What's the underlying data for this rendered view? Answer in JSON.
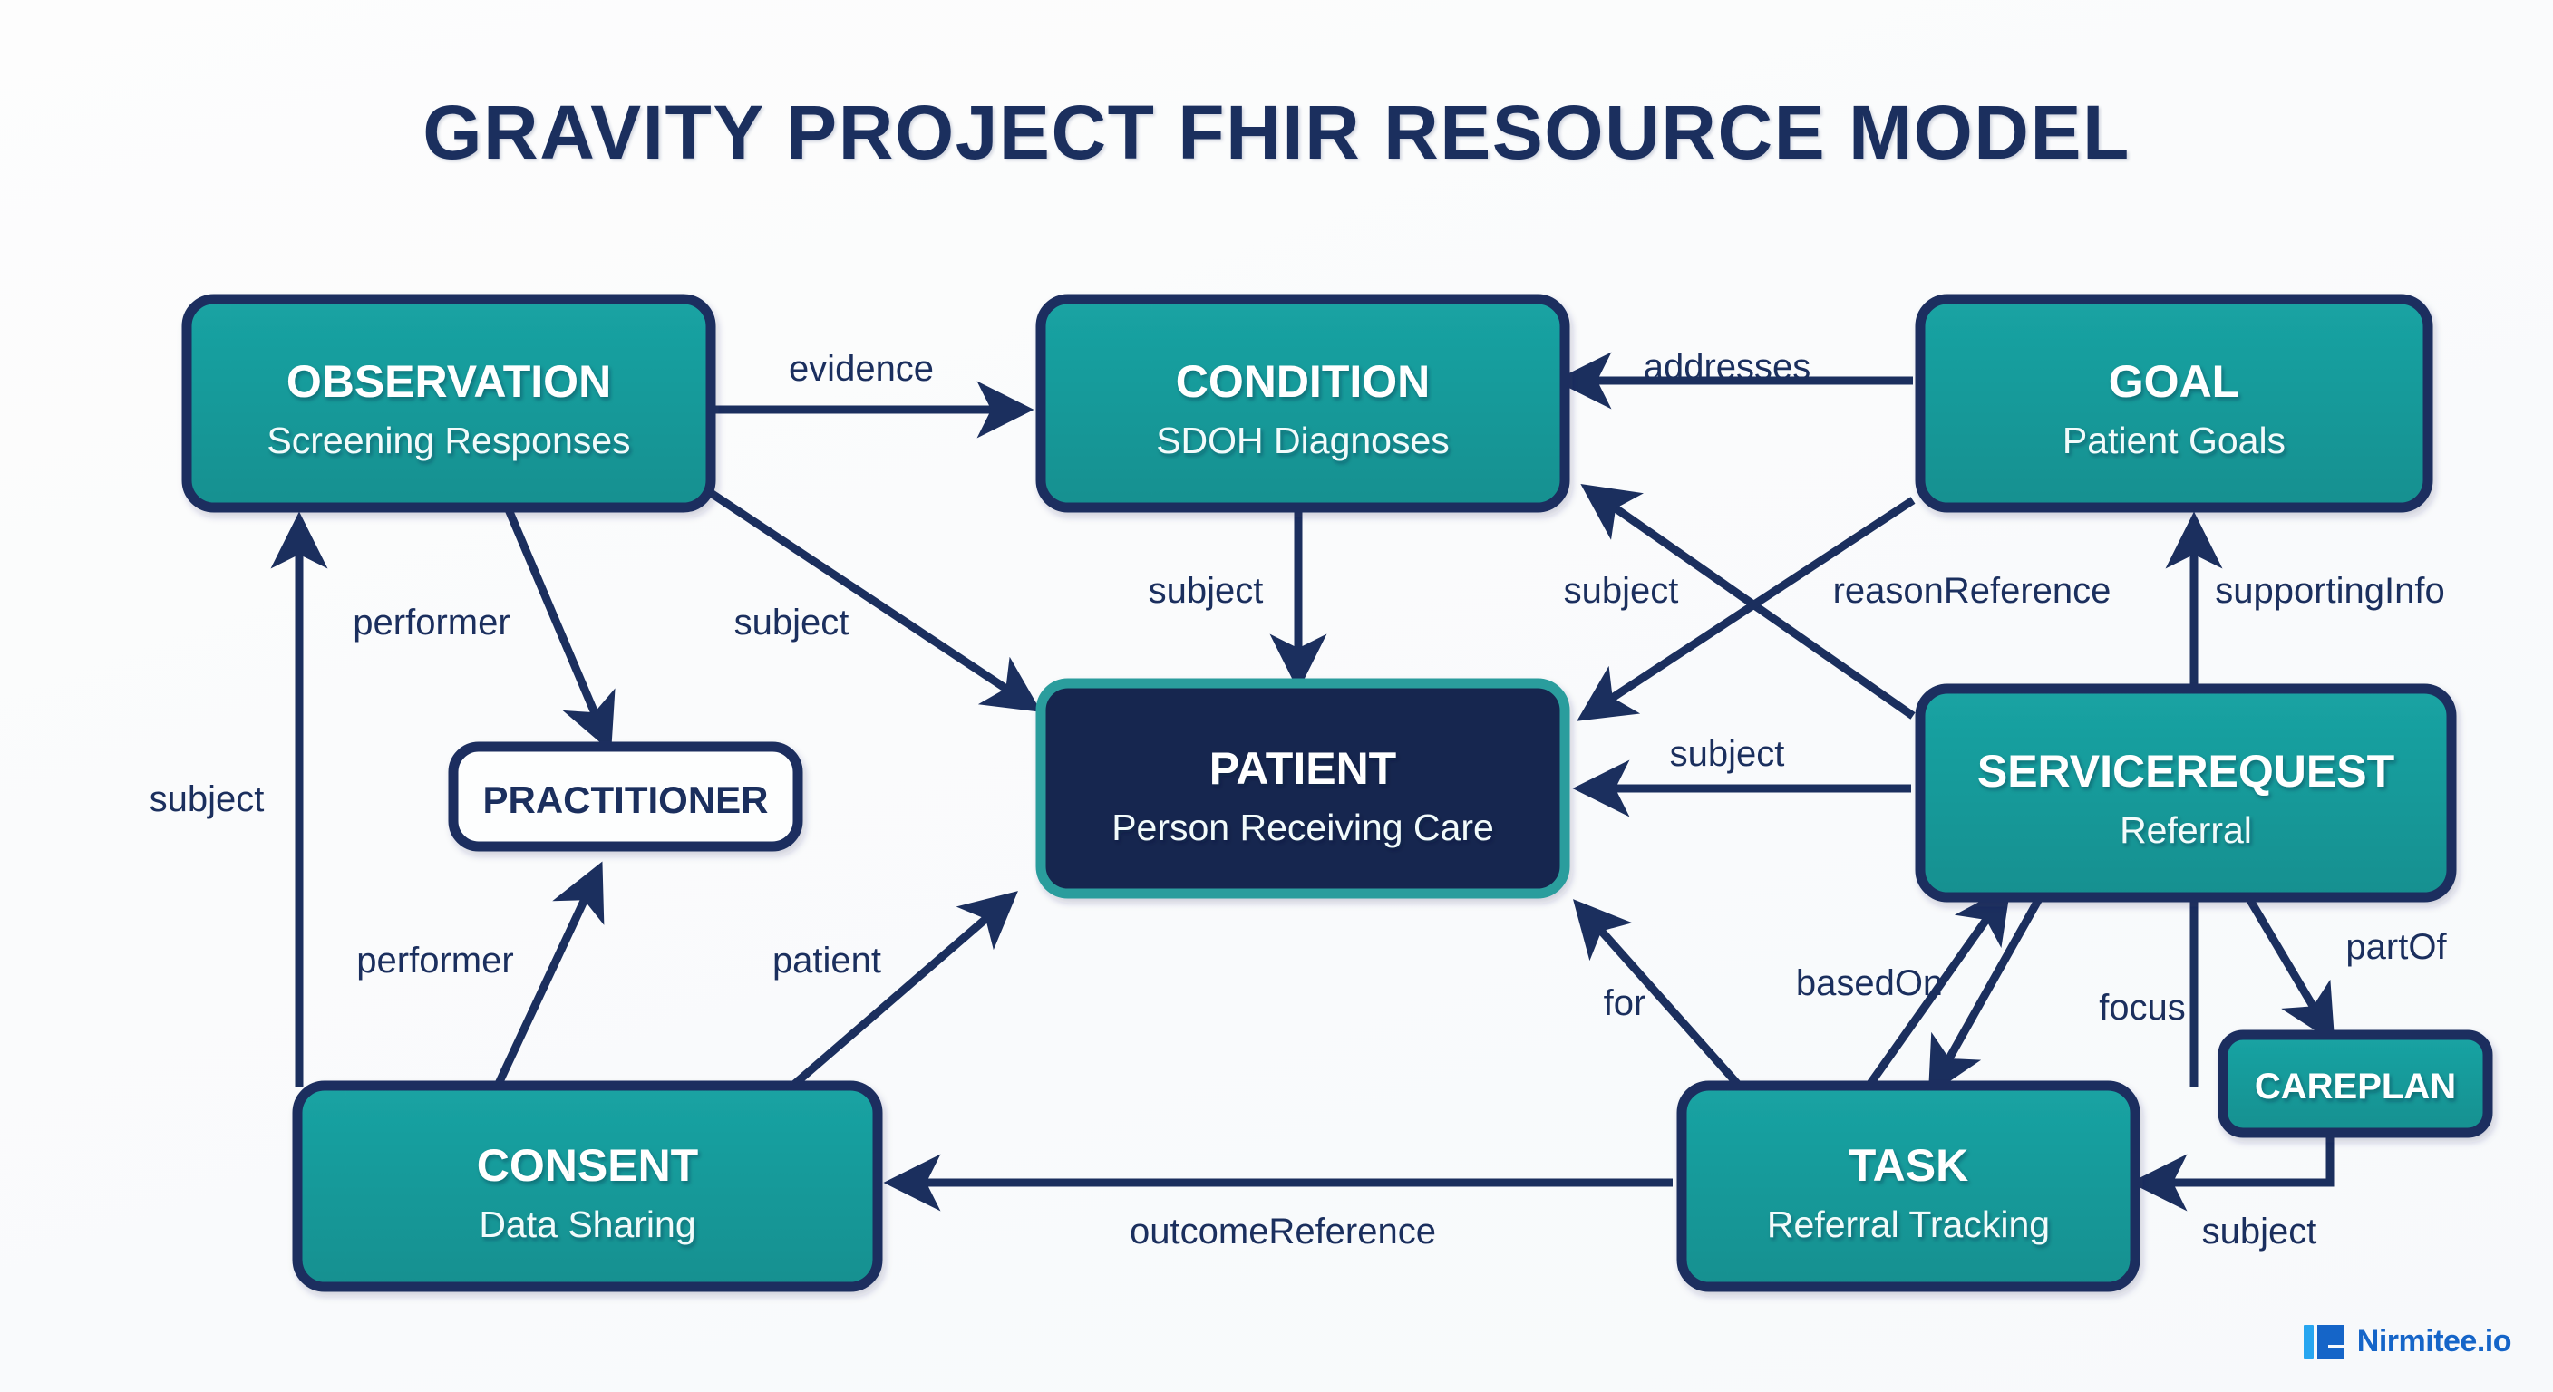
{
  "title": "GRAVITY PROJECT FHIR RESOURCE MODEL",
  "brand": {
    "name": "Nirmitee.io"
  },
  "colors": {
    "teal_fill": "#179b9b",
    "navy": "#1b2f5e",
    "patient_fill": "#16284f",
    "patient_border": "#2a9d9d",
    "background": "#fbfcfd",
    "brand_blue": "#1565c8",
    "brand_light_blue": "#27a6f0"
  },
  "nodes": [
    {
      "id": "observation",
      "title": "OBSERVATION",
      "subtitle": "Screening Responses",
      "style": "teal"
    },
    {
      "id": "condition",
      "title": "CONDITION",
      "subtitle": "SDOH Diagnoses",
      "style": "teal"
    },
    {
      "id": "goal",
      "title": "GOAL",
      "subtitle": "Patient Goals",
      "style": "teal"
    },
    {
      "id": "practitioner",
      "title": "PRACTITIONER",
      "subtitle": "",
      "style": "outline"
    },
    {
      "id": "patient",
      "title": "PATIENT",
      "subtitle": "Person Receiving Care",
      "style": "dark"
    },
    {
      "id": "servicerequest",
      "title": "SERVICEREQUEST",
      "subtitle": "Referral",
      "style": "teal"
    },
    {
      "id": "consent",
      "title": "CONSENT",
      "subtitle": "Data Sharing",
      "style": "teal"
    },
    {
      "id": "task",
      "title": "TASK",
      "subtitle": "Referral Tracking",
      "style": "teal"
    },
    {
      "id": "careplan",
      "title": "CAREPLAN",
      "subtitle": "",
      "style": "teal"
    }
  ],
  "edges": [
    {
      "id": "e1",
      "from": "observation",
      "to": "condition",
      "label": "evidence"
    },
    {
      "id": "e2",
      "from": "goal",
      "to": "condition",
      "label": "addresses"
    },
    {
      "id": "e3",
      "from": "condition",
      "to": "patient",
      "label": "subject"
    },
    {
      "id": "e4",
      "from": "observation",
      "to": "practitioner",
      "label": "performer"
    },
    {
      "id": "e5",
      "from": "observation",
      "to": "patient",
      "label": "subject"
    },
    {
      "id": "e6",
      "from": "consent",
      "to": "observation",
      "label": "subject"
    },
    {
      "id": "e7",
      "from": "consent",
      "to": "practitioner",
      "label": "performer"
    },
    {
      "id": "e8",
      "from": "consent",
      "to": "patient",
      "label": "patient"
    },
    {
      "id": "e9",
      "from": "servicerequest",
      "to": "patient",
      "label": "subject"
    },
    {
      "id": "e10",
      "from": "servicerequest",
      "to": "condition",
      "label": "reasonReference"
    },
    {
      "id": "e11",
      "from": "servicerequest",
      "to": "patient",
      "label": "subject"
    },
    {
      "id": "e12",
      "from": "servicerequest",
      "to": "careplan",
      "label": "partOf"
    },
    {
      "id": "e13",
      "from": "task",
      "to": "servicerequest",
      "label": "basedOn"
    },
    {
      "id": "e14",
      "from": "servicerequest",
      "to": "task",
      "label": "focus"
    },
    {
      "id": "e15",
      "from": "task",
      "to": "patient",
      "label": "for"
    },
    {
      "id": "e16",
      "from": "task",
      "to": "consent",
      "label": "outcomeReference"
    },
    {
      "id": "e17",
      "from": "careplan",
      "to": "task",
      "label": "subject"
    },
    {
      "id": "e18",
      "from": "task",
      "to": "goal",
      "label": "supportingInfo"
    }
  ],
  "edge_labels": {
    "evidence": "evidence",
    "addresses": "addresses",
    "subject_condition_patient": "subject",
    "performer_top": "performer",
    "subject_observation_patient": "subject",
    "subject_left": "subject",
    "performer_bottom": "performer",
    "patient": "patient",
    "subject_mid": "subject",
    "reasonReference": "reasonReference",
    "supportingInfo": "supportingInfo",
    "subject_sr_patient": "subject",
    "partOf": "partOf",
    "basedOn": "basedOn",
    "focus": "focus",
    "for": "for",
    "outcomeReference": "outcomeReference",
    "subject_careplan_task": "subject"
  }
}
